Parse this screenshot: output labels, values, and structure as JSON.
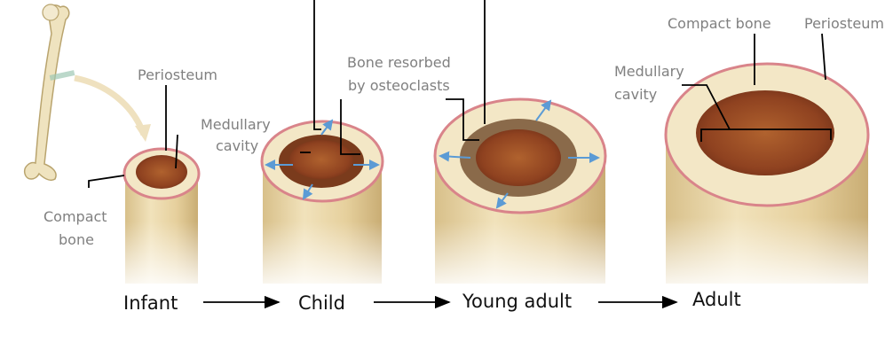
{
  "labels": {
    "infant_periosteum": "Periosteum",
    "infant_compact_line1": "Compact",
    "infant_compact_line2": "bone",
    "child_medullary_line1": "Medullary",
    "child_medullary_line2": "cavity",
    "resorbed_line1": "Bone resorbed",
    "resorbed_line2": "by osteoclasts",
    "adult_compact": "Compact bone",
    "adult_periosteum": "Periosteum",
    "adult_medullary_line1": "Medullary",
    "adult_medullary_line2": "cavity"
  },
  "stages": [
    "Infant",
    "Child",
    "Young adult",
    "Adult"
  ],
  "colors": {
    "bone_shaft": "#ead6a8",
    "bone_surface": "#f3e7c6",
    "periosteum": "#d9848a",
    "marrow": "#9a4a24",
    "label_gray": "#808080",
    "arrow_blue": "#5b9bd5"
  }
}
